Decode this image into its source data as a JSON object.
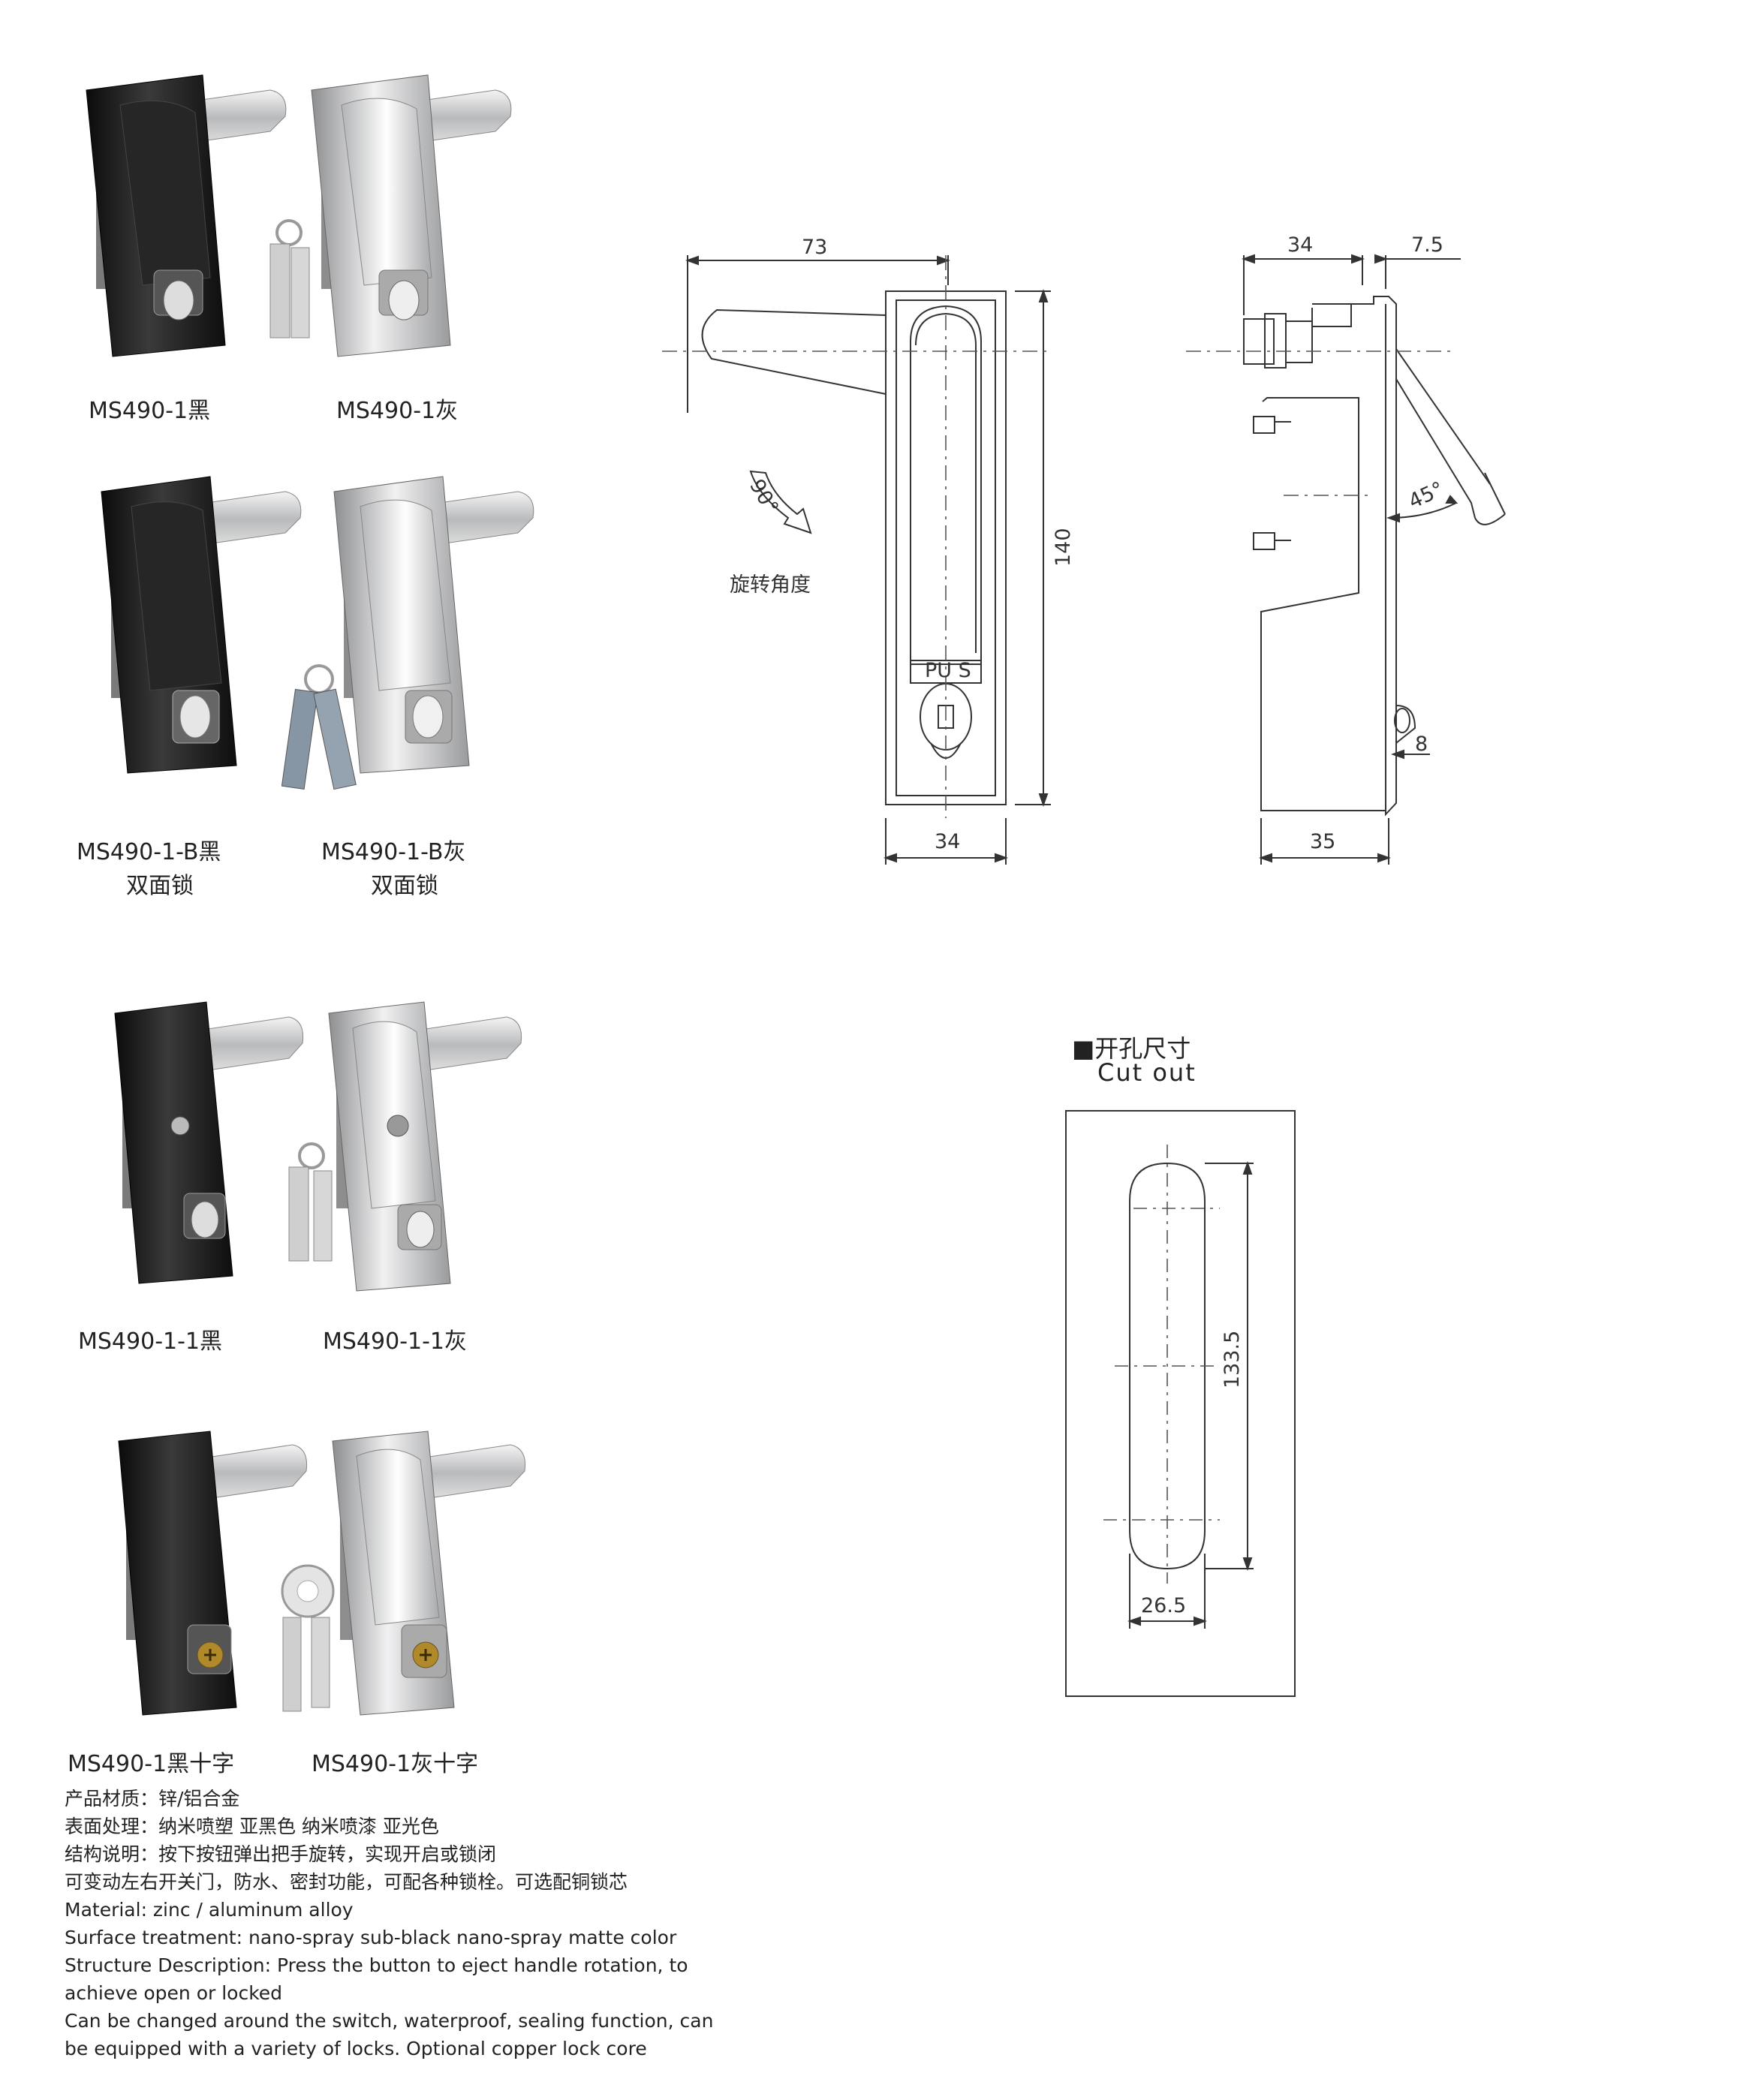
{
  "products": [
    {
      "model": "MS490-1黑",
      "sub": "",
      "finish": "black",
      "lock": "push"
    },
    {
      "model": "MS490-1灰",
      "sub": "",
      "finish": "grey",
      "lock": "push"
    },
    {
      "model": "MS490-1-B黑",
      "sub": "双面锁",
      "finish": "black",
      "lock": "double"
    },
    {
      "model": "MS490-1-B灰",
      "sub": "双面锁",
      "finish": "grey",
      "lock": "double"
    },
    {
      "model": "MS490-1-1黑",
      "sub": "",
      "finish": "black",
      "lock": "button"
    },
    {
      "model": "MS490-1-1灰",
      "sub": "",
      "finish": "grey",
      "lock": "button"
    },
    {
      "model": "MS490-1黑十字",
      "sub": "",
      "finish": "black",
      "lock": "cross"
    },
    {
      "model": "MS490-1灰十字",
      "sub": "",
      "finish": "grey",
      "lock": "cross"
    }
  ],
  "front_view": {
    "dims": {
      "handle_reach": "73",
      "height": "140",
      "width": "34"
    },
    "rotation_angle": "90°",
    "rotation_label": "旋转角度",
    "push_text": "PU S"
  },
  "side_view": {
    "dims": {
      "depth": "34",
      "offset": "7.5",
      "tilt": "45°",
      "tab": "8",
      "body": "35"
    }
  },
  "cutout": {
    "title": "■开孔尺寸",
    "subtitle": "Cut out",
    "dims": {
      "height": "133.5",
      "width": "26.5"
    }
  },
  "spec_lines": [
    "产品材质：锌/铝合金",
    "表面处理：纳米喷塑 亚黑色 纳米喷漆 亚光色",
    "结构说明：按下按钮弹出把手旋转，实现开启或锁闭",
    "可变动左右开关门，防水、密封功能，可配各种锁栓。可选配铜锁芯",
    "Material: zinc / aluminum alloy",
    "Surface treatment: nano-spray sub-black nano-spray matte color",
    "Structure Description: Press the button to eject handle rotation, to",
    "achieve open or locked",
    "Can be changed around the switch, waterproof, sealing function, can",
    "be equipped with a variety of locks. Optional copper lock core"
  ],
  "colors": {
    "black_finish": "#1c1c1c",
    "grey_finish": "#c9cacc",
    "line": "#333333"
  }
}
